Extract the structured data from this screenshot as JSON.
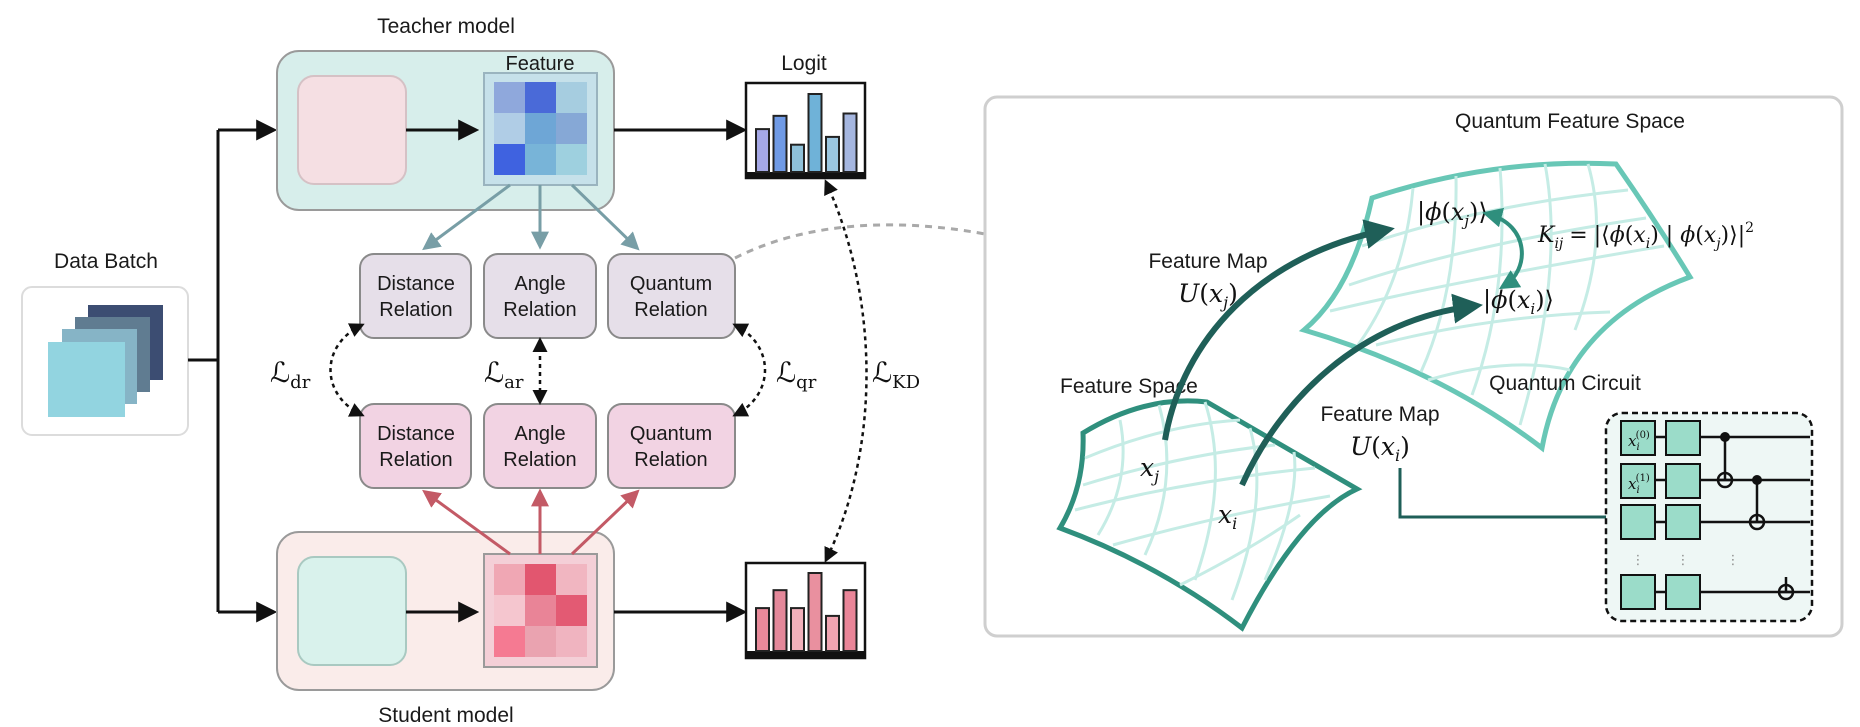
{
  "left": {
    "data_batch": "Data Batch",
    "teacher_model": "Teacher model",
    "student_model": "Student model",
    "feature": "Feature",
    "logit": "Logit",
    "relations": {
      "distance": [
        "Distance",
        "Relation"
      ],
      "angle": [
        "Angle",
        "Relation"
      ],
      "quantum": [
        "Quantum",
        "Relation"
      ]
    },
    "losses": {
      "dr": {
        "sym": "ℒ",
        "sub": "dr"
      },
      "ar": {
        "sym": "ℒ",
        "sub": "ar"
      },
      "qr": {
        "sym": "ℒ",
        "sub": "qr"
      },
      "kd": {
        "sym": "ℒ",
        "sub": "KD"
      }
    },
    "teacher_grid_colors": [
      "#8fa8dc",
      "#4a6ad8",
      "#a6cde0",
      "#b0cde6",
      "#6ea6d6",
      "#86a8d6",
      "#3f62e0",
      "#78b4d8",
      "#9ed0df"
    ],
    "student_grid_colors": [
      "#f0a7b4",
      "#e2566f",
      "#f1b6c1",
      "#f5c6cf",
      "#e98497",
      "#e35a73",
      "#f57a92",
      "#eaa3b0",
      "#f0b4c0"
    ],
    "teacher_hist": [
      0.55,
      0.72,
      0.35,
      1.0,
      0.45,
      0.75
    ],
    "student_hist": [
      0.55,
      0.78,
      0.55,
      1.0,
      0.45,
      0.78
    ],
    "colors": {
      "teacher_bg": "#d7eeeb",
      "student_bg": "#faecea",
      "teacher_relation": "#e6dfe9",
      "student_relation": "#f2d3e3",
      "teacher_arrow": "#789ea6",
      "student_arrow": "#c35a66",
      "quantum_green": "#2f8f7d",
      "dark_green": "#1f5f58"
    }
  },
  "right": {
    "quantum_feature_space": "Quantum Feature Space",
    "feature_space": "Feature Space",
    "quantum_circuit": "Quantum Circuit",
    "feature_map": "Feature Map",
    "u_xj": {
      "u": "U",
      "x": "x",
      "sub": "j"
    },
    "u_xi": {
      "u": "U",
      "x": "x",
      "sub": "i"
    },
    "phi_xj": {
      "phi": "ϕ",
      "x": "x",
      "sub": "j"
    },
    "phi_xi": {
      "phi": "ϕ",
      "x": "x",
      "sub": "i"
    },
    "xj": {
      "x": "x",
      "sub": "j"
    },
    "xi": {
      "x": "x",
      "sub": "i"
    },
    "kernel": {
      "k": "K",
      "k_sub": "ij",
      "eq": "=",
      "phi": "ϕ",
      "x": "x",
      "sub_i": "i",
      "sub_j": "j",
      "sup": "2"
    },
    "circuit": {
      "q0": {
        "x": "x",
        "sub": "i",
        "sup": "(0)"
      },
      "q1": {
        "x": "x",
        "sub": "i",
        "sup": "(1)"
      },
      "dots": "⋮"
    }
  }
}
